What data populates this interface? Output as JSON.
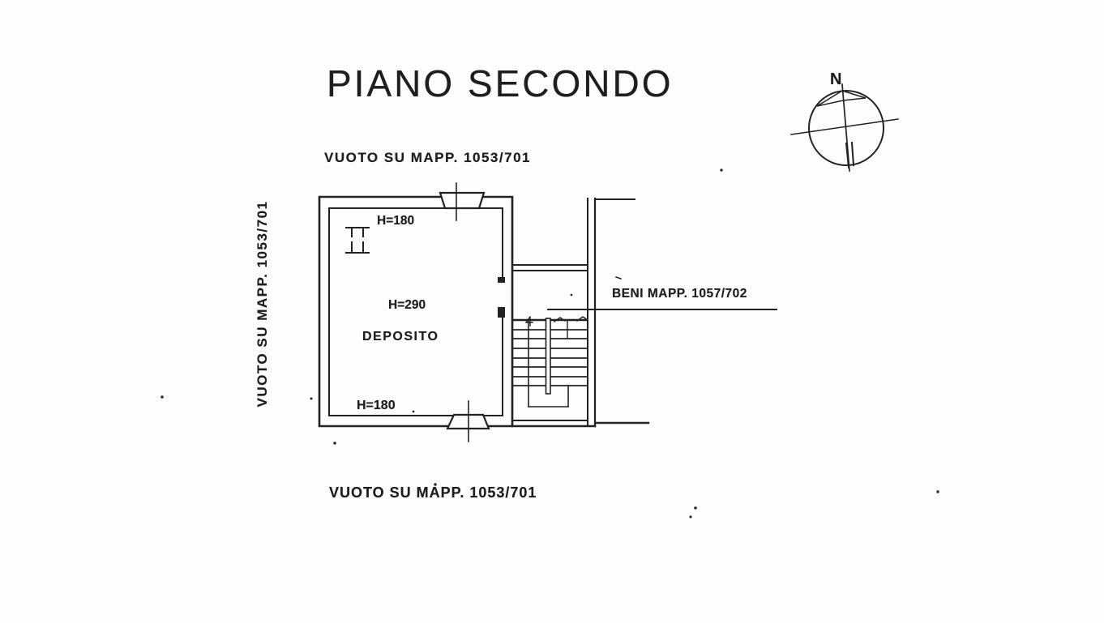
{
  "page": {
    "title": "PIANO SECONDO",
    "paper_color": "#fdfdfc",
    "ink_color": "#1f1f1f"
  },
  "annotations": {
    "top_label": "VUOTO SU MAPP. 1053/701",
    "left_label": "VUOTO SU MAPP. 1053/701",
    "bottom_label": "VUOTO SU MAPP. 1053/701",
    "right_label": "BENI MAPP. 1057/702"
  },
  "room": {
    "name": "DEPOSITO",
    "ceiling_height_top": "H=180",
    "ceiling_height_center": "H=290",
    "ceiling_height_bottom": "H=180"
  },
  "compass": {
    "north_label": "N"
  }
}
